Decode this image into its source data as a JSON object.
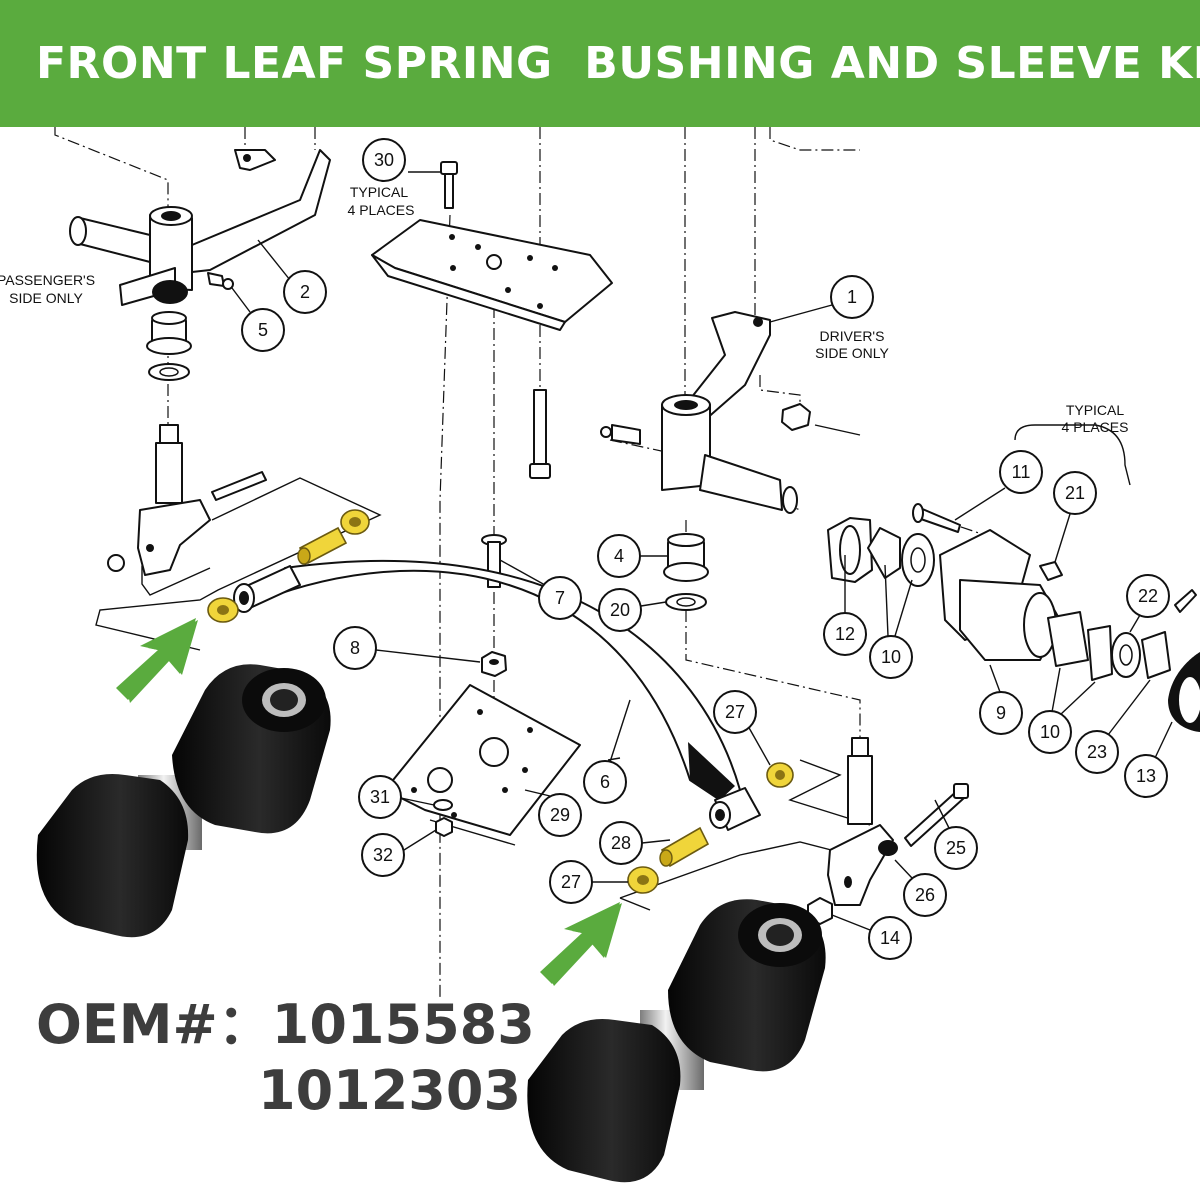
{
  "header": {
    "title": "FRONT LEAF SPRING  BUSHING AND SLEEVE KIT",
    "background": "#5aab3e",
    "text_color": "#ffffff"
  },
  "oem": {
    "line1": "OEM#：1015583",
    "line2": "1012303",
    "text_color": "#3d3d3d"
  },
  "diagram": {
    "notes": {
      "typical_30_a": "TYPICAL",
      "typical_30_b": "4 PLACES",
      "passenger_a": "PASSENGER'S",
      "passenger_b": "SIDE ONLY",
      "driver_a": "DRIVER'S",
      "driver_b": "SIDE ONLY",
      "typical_hub_a": "TYPICAL",
      "typical_hub_b": "4 PLACES"
    },
    "callouts": [
      "30",
      "2",
      "5",
      "1",
      "11",
      "21",
      "4",
      "7",
      "20",
      "12",
      "10",
      "22",
      "8",
      "9",
      "10",
      "23",
      "13",
      "27",
      "6",
      "29",
      "31",
      "25",
      "28",
      "32",
      "27",
      "26",
      "14"
    ],
    "highlight_color": "#f0d53a",
    "arrow_color": "#5aab3e",
    "icons": [
      "green-arrow-icon",
      "bushing-photo-icon"
    ]
  }
}
